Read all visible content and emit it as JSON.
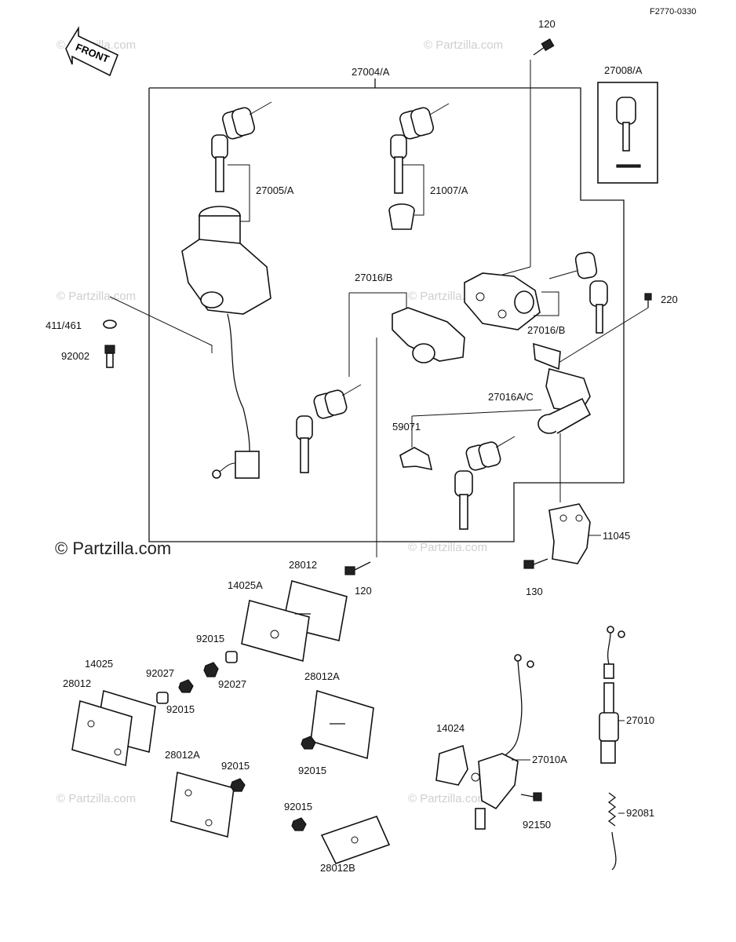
{
  "diagram_code": "F2770-0330",
  "front_label": "FRONT",
  "watermarks": {
    "small": "© Partzilla.com",
    "large": "© Partzilla.com"
  },
  "labels": {
    "l_27004A": "27004/A",
    "l_27005A": "27005/A",
    "l_21007A": "21007/A",
    "l_27008A": "27008/A",
    "l_120_top": "120",
    "l_27016B_left": "27016/B",
    "l_27016B_right": "27016/B",
    "l_220": "220",
    "l_411461": "411/461",
    "l_92002": "92002",
    "l_27016AC": "27016A/C",
    "l_59071": "59071",
    "l_11045": "11045",
    "l_120_mid": "120",
    "l_130": "130",
    "l_28012_top": "28012",
    "l_14025A": "14025A",
    "l_92015_a": "92015",
    "l_92027_a": "92027",
    "l_14025": "14025",
    "l_28012_left": "28012",
    "l_92027_b": "92027",
    "l_92015_b": "92015",
    "l_28012A_right": "28012A",
    "l_92015_c": "92015",
    "l_28012A_left": "28012A",
    "l_92015_d": "92015",
    "l_92015_e": "92015",
    "l_28012B": "28012B",
    "l_14024": "14024",
    "l_27010A": "27010A",
    "l_92150": "92150",
    "l_27010": "27010",
    "l_92081": "92081"
  }
}
